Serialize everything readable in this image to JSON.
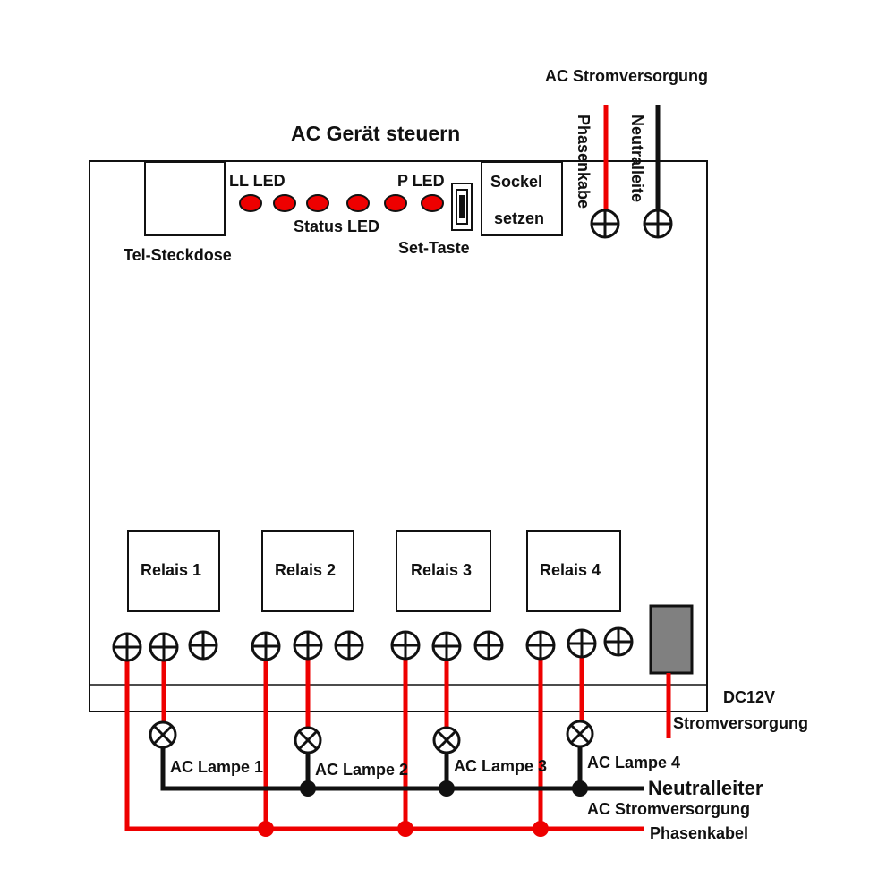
{
  "title": "AC Gerät steuern",
  "labels": {
    "tel_socket": "Tel-Steckdose",
    "ll_led": "LL LED",
    "p_led": "P LED",
    "status_led": "Status LED",
    "set_button": "Set-Taste",
    "sockel_line1": "Sockel",
    "sockel_line2": "setzen",
    "ac_supply_top": "AC Stromversorgung",
    "phase_top": "Phasenkabe",
    "neutral_top": "Neutralleite",
    "dc_line1": "DC12V",
    "dc_line2": "Stromversorgung",
    "neutral_bottom": "Neutralleiter",
    "ac_supply_bottom": "AC Stromversorgung",
    "phase_bottom": "Phasenkabel"
  },
  "relays": [
    "Relais 1",
    "Relais 2",
    "Relais 3",
    "Relais 4"
  ],
  "lamps": [
    "AC Lampe 1",
    "AC Lampe 2",
    "AC Lampe 3",
    "AC Lampe 4"
  ],
  "colors": {
    "phase": "#ee0000",
    "neutral": "#111111",
    "led": "#ee0000",
    "dc_block": "#808080"
  }
}
